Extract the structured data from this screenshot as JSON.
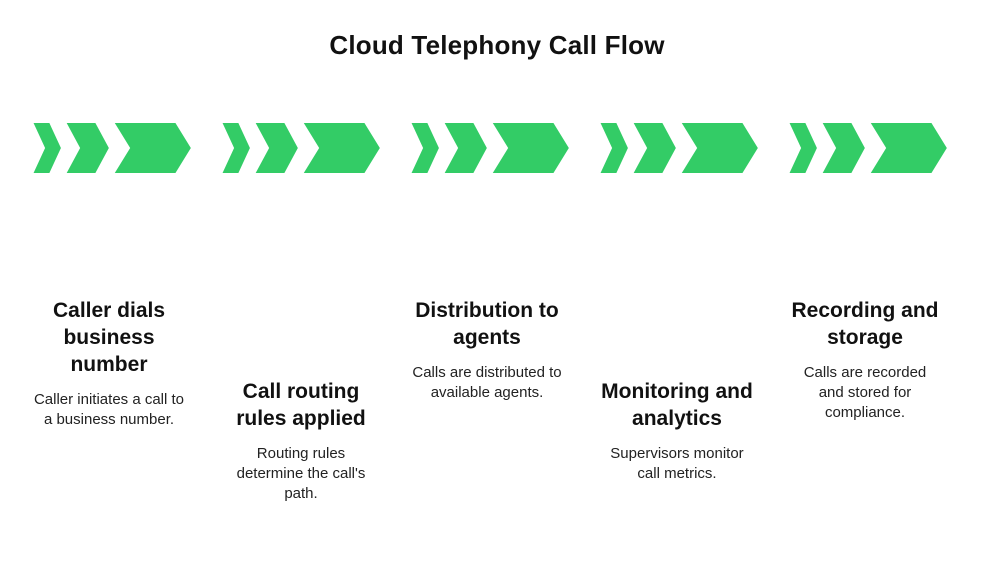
{
  "title": "Cloud Telephony Call Flow",
  "colors": {
    "accent": "#33CC66",
    "text": "#111111"
  },
  "steps": [
    {
      "title": "Caller dials business number",
      "description": "Caller initiates a call to a business number."
    },
    {
      "title": "Call routing rules applied",
      "description": "Routing rules determine the call's path."
    },
    {
      "title": "Distribution to agents",
      "description": "Calls are distributed to available agents."
    },
    {
      "title": "Monitoring and analytics",
      "description": "Supervisors monitor call metrics."
    },
    {
      "title": "Recording and storage",
      "description": "Calls are recorded and stored for compliance."
    }
  ]
}
